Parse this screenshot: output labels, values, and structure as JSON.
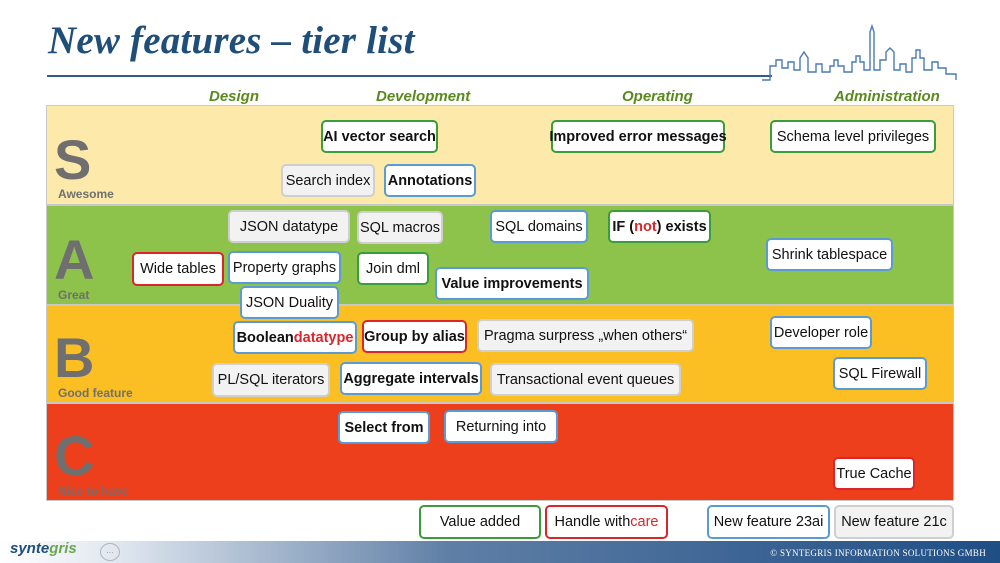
{
  "title": "New features – tier list",
  "columns": [
    "Design",
    "Development",
    "Operating",
    "Administration"
  ],
  "tiers": [
    {
      "letter": "S",
      "label": "Awesome",
      "color": "#fde9a9"
    },
    {
      "letter": "A",
      "label": "Great",
      "color": "#8dc34a"
    },
    {
      "letter": "B",
      "label": "Good feature",
      "color": "#fbbf24"
    },
    {
      "letter": "C",
      "label": "Nice to have",
      "color": "#ee3f1c"
    }
  ],
  "items": {
    "ai_vector_search": "AI vector search",
    "improved_error_messages": "Improved error messages",
    "schema_level_privileges": "Schema level privileges",
    "search_index": "Search index",
    "annotations": "Annotations",
    "json_datatype": "JSON datatype",
    "sql_macros": "SQL macros",
    "sql_domains": "SQL domains",
    "if_not_exists_pre": "IF (",
    "if_not_exists_not": "not",
    "if_not_exists_post": ") exists",
    "wide_tables": "Wide tables",
    "property_graphs": "Property graphs",
    "join_dml": "Join dml",
    "shrink_tablespace": "Shrink tablespace",
    "value_improvements": "Value improvements",
    "json_duality": "JSON Duality",
    "boolean_pre": "Boolean ",
    "boolean_red": "datatype",
    "group_by_alias": "Group by alias",
    "pragma_surpress": "Pragma surpress „when others“",
    "developer_role": "Developer role",
    "plsql_iterators": "PL/SQL iterators",
    "aggregate_intervals": "Aggregate intervals",
    "transactional_event_queues": "Transactional event queues",
    "sql_firewall": "SQL Firewall",
    "select_from": "Select from",
    "returning_into": "Returning into",
    "true_cache": "True Cache"
  },
  "legend": {
    "value_added": "Value added",
    "handle_pre": "Handle with ",
    "handle_red": "care",
    "new_23ai": "New feature 23ai",
    "new_21c": "New feature 21c"
  },
  "footer": {
    "logo_main": "synte",
    "logo_accent": "gris",
    "copyright": "© SYNTEGRIS INFORMATION SOLUTIONS GMBH"
  },
  "colors": {
    "title": "#1f4e79",
    "column_headers": "#5a8a1e",
    "green_border": "#3a9c3a",
    "blue_border": "#5b9bd5",
    "red_border": "#d9262a"
  }
}
